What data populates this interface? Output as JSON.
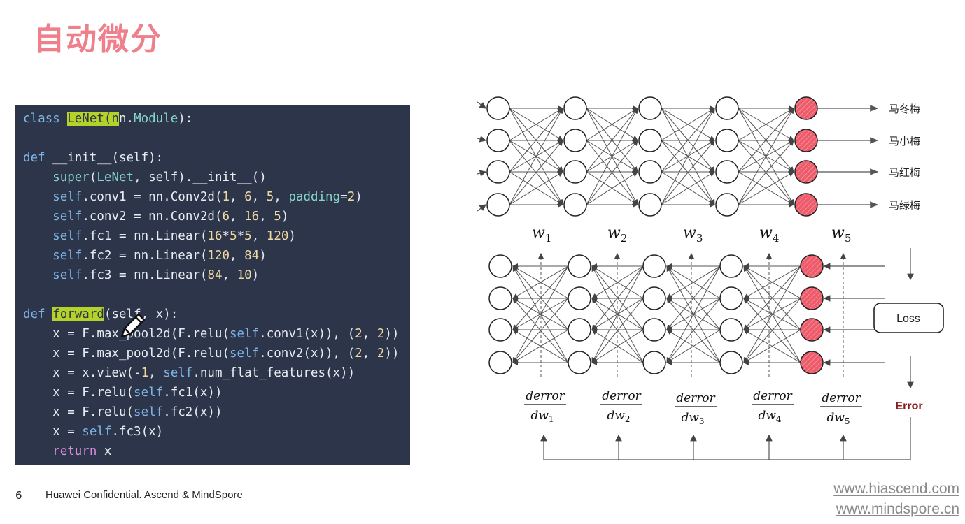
{
  "slide": {
    "title": "自动微分",
    "page_number": "6",
    "footer_text": "Huawei Confidential. Ascend & MindSpore",
    "urls": [
      "www.hiascend.com",
      "www.mindspore.cn"
    ]
  },
  "code": {
    "lines": [
      "class LeNet(nn.Module):",
      "",
      "def __init__(self):",
      "    super(LeNet, self).__init__()",
      "    self.conv1 = nn.Conv2d(1, 6, 5, padding=2)",
      "    self.conv2 = nn.Conv2d(6, 16, 5)",
      "    self.fc1 = nn.Linear(16*5*5, 120)",
      "    self.fc2 = nn.Linear(120, 84)",
      "    self.fc3 = nn.Linear(84, 10)",
      "",
      "def forward(self, x):",
      "    x = F.max_pool2d(F.relu(self.conv1(x)), (2, 2))",
      "    x = F.max_pool2d(F.relu(self.conv2(x)), (2, 2))",
      "    x = x.view(-1, self.num_flat_features(x))",
      "    x = F.relu(self.fc1(x))",
      "    x = F.relu(self.fc2(x))",
      "    x = self.fc3(x)",
      "    return x"
    ]
  },
  "diagram": {
    "outputs": [
      "马冬梅",
      "马小梅",
      "马红梅",
      "马绿梅"
    ],
    "weights": [
      "w1",
      "w2",
      "w3",
      "w4",
      "w5"
    ],
    "grad_num": "derror",
    "grads": [
      "dw1",
      "dw2",
      "dw3",
      "dw4",
      "dw5"
    ],
    "loss_label": "Loss",
    "error_label": "Error",
    "colors": {
      "output_node": "#ee5b6b",
      "error": "#8b1a1a"
    }
  }
}
